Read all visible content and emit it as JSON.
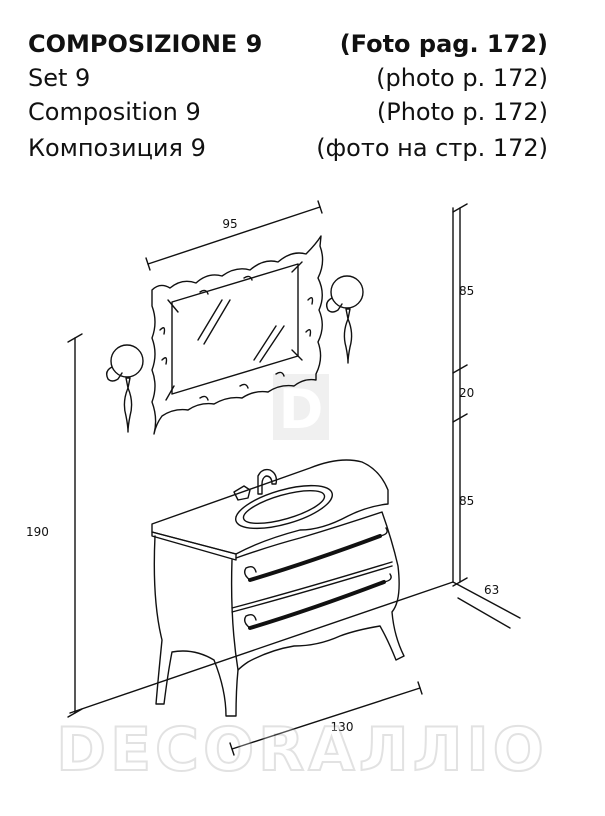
{
  "header": {
    "row1": {
      "left": "COMPOSIZIONE   9",
      "right": "(Foto pag. 172)"
    },
    "row2": {
      "left": " Set  9",
      "right": "(photo p. 172)"
    },
    "row3": {
      "left": "Composition 9",
      "right": "(Photo p. 172)"
    },
    "row4": {
      "left": "Композиция 9",
      "right": "(фото на стр. 172)"
    }
  },
  "dimensions": {
    "mirror_width": "95",
    "mirror_height": "85",
    "gap": "20",
    "vanity_height": "85",
    "total_height": "190",
    "depth": "63",
    "width": "130"
  },
  "watermark": {
    "logo_letter": "D",
    "brand": "DECORAЛЛIO"
  }
}
